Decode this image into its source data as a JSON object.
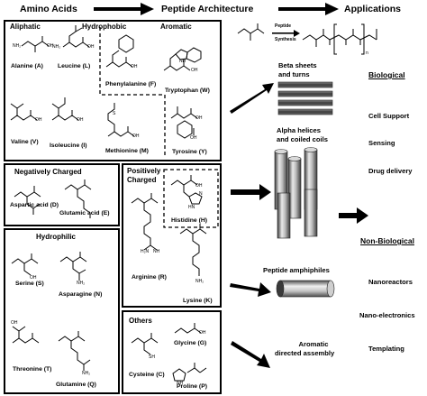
{
  "header": {
    "amino_acids": "Amino Acids",
    "peptide_architecture": "Peptide Architecture",
    "applications": "Applications"
  },
  "groups": {
    "aliphatic": "Aliphatic",
    "hydrophobic": "Hydrophobic",
    "aromatic": "Aromatic",
    "negatively_charged": "Negatively Charged",
    "positively_charged_1": "Positively",
    "positively_charged_2": "Charged",
    "hydrophilic": "Hydrophilic",
    "others": "Others"
  },
  "amino_acids": {
    "alanine": "Alanine (A)",
    "leucine": "Leucine (L)",
    "phenylalanine": "Phenylalanine (F)",
    "tryptophan": "Tryptophan (W)",
    "valine": "Valine (V)",
    "isoleucine": "Isoleucine (I)",
    "methionine": "Methionine (M)",
    "tyrosine": "Tyrosine (Y)",
    "aspartic_acid": "Aspartic acid (D)",
    "glutamic_acid": "Glutamic acid (E)",
    "histidine": "Histidine (H)",
    "arginine": "Arginine (R)",
    "lysine": "Lysine (K)",
    "serine": "Serine (S)",
    "asparagine": "Asparagine (N)",
    "threonine": "Threonine (T)",
    "glutamine": "Glutamine (Q)",
    "glycine": "Glycine (G)",
    "cysteine": "Cysteine (C)",
    "proline": "Proline (P)"
  },
  "synthesis": {
    "label_1": "Peptide",
    "label_2": "Synthesis",
    "subscript_n": "n"
  },
  "architectures": {
    "beta_1": "Beta sheets",
    "beta_2": "and turns",
    "alpha_1": "Alpha helices",
    "alpha_2": "and coiled coils",
    "amphiphiles": "Peptide amphiphiles",
    "aromatic_1": "Aromatic",
    "aromatic_2": "directed assembly"
  },
  "applications": {
    "biological": "Biological",
    "cell_support": "Cell Support",
    "sensing": "Sensing",
    "drug_delivery": "Drug delivery",
    "non_biological": "Non-Biological",
    "nanoreactors": "Nanoreactors",
    "nano_electronics": "Nano-electronics",
    "templating": "Templating"
  },
  "chem_text": {
    "nh2": "NH₂",
    "oh": "OH",
    "o": "O",
    "h2n": "H₂N",
    "sh": "SH",
    "s": "S",
    "nh": "NH",
    "n": "N",
    "hn": "HN"
  },
  "colors": {
    "box_border": "#000000",
    "sheet_fill": "#555555",
    "cylinder_light": "#e6e6e6",
    "cylinder_dark": "#4a4a4a"
  }
}
